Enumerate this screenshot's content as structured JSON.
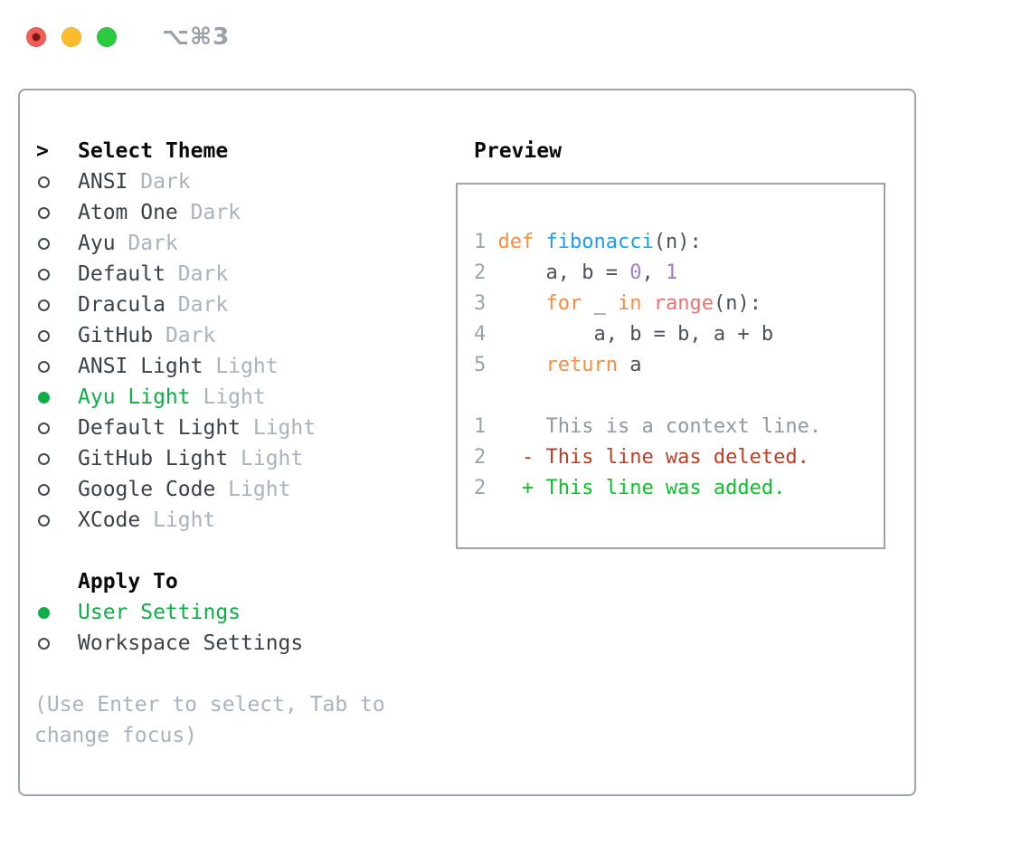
{
  "titlebar": {
    "shortcut": "⌥⌘3",
    "buttons": [
      "close",
      "minimize",
      "zoom"
    ]
  },
  "theme_picker": {
    "prompt": ">",
    "header": "Select Theme",
    "items": [
      {
        "name": "ANSI",
        "variant": "Dark",
        "selected": false
      },
      {
        "name": "Atom One",
        "variant": "Dark",
        "selected": false
      },
      {
        "name": "Ayu",
        "variant": "Dark",
        "selected": false
      },
      {
        "name": "Default",
        "variant": "Dark",
        "selected": false
      },
      {
        "name": "Dracula",
        "variant": "Dark",
        "selected": false
      },
      {
        "name": "GitHub",
        "variant": "Dark",
        "selected": false
      },
      {
        "name": "ANSI Light",
        "variant": "Light",
        "selected": false
      },
      {
        "name": "Ayu Light",
        "variant": "Light",
        "selected": true
      },
      {
        "name": "Default Light",
        "variant": "Light",
        "selected": false
      },
      {
        "name": "GitHub Light",
        "variant": "Light",
        "selected": false
      },
      {
        "name": "Google Code",
        "variant": "Light",
        "selected": false
      },
      {
        "name": "XCode",
        "variant": "Light",
        "selected": false
      }
    ]
  },
  "apply_to": {
    "header": "Apply To",
    "options": [
      {
        "label": "User Settings",
        "selected": true
      },
      {
        "label": "Workspace Settings",
        "selected": false
      }
    ]
  },
  "hint": "(Use Enter to select, Tab to change focus)",
  "preview": {
    "header": "Preview",
    "lines": [
      {
        "num": "1",
        "tokens": [
          {
            "c": "kw",
            "t": "def"
          },
          {
            "c": "plain",
            "t": " "
          },
          {
            "c": "fn",
            "t": "fibonacci"
          },
          {
            "c": "plain",
            "t": "(n):"
          }
        ]
      },
      {
        "num": "2",
        "tokens": [
          {
            "c": "plain",
            "t": "    a, b = "
          },
          {
            "c": "num",
            "t": "0"
          },
          {
            "c": "plain",
            "t": ", "
          },
          {
            "c": "num",
            "t": "1"
          }
        ]
      },
      {
        "num": "3",
        "tokens": [
          {
            "c": "plain",
            "t": "    "
          },
          {
            "c": "kw",
            "t": "for"
          },
          {
            "c": "plain",
            "t": " _ "
          },
          {
            "c": "kw",
            "t": "in"
          },
          {
            "c": "plain",
            "t": " "
          },
          {
            "c": "call",
            "t": "range"
          },
          {
            "c": "plain",
            "t": "(n):"
          }
        ]
      },
      {
        "num": "4",
        "tokens": [
          {
            "c": "plain",
            "t": "        a, b = b, a + b"
          }
        ]
      },
      {
        "num": "5",
        "tokens": [
          {
            "c": "plain",
            "t": "    "
          },
          {
            "c": "kw",
            "t": "return"
          },
          {
            "c": "plain",
            "t": " a"
          }
        ]
      },
      {
        "blank": true
      },
      {
        "num": "1",
        "tokens": [
          {
            "c": "ctx",
            "t": "    This is a context line."
          }
        ]
      },
      {
        "num": "2",
        "tokens": [
          {
            "c": "del",
            "t": "  - This line was deleted."
          }
        ]
      },
      {
        "num": "2",
        "tokens": [
          {
            "c": "add",
            "t": "  + This line was added."
          }
        ]
      }
    ]
  },
  "colors": {
    "selected_green": "#0fae47",
    "traffic_red": "#f35d55",
    "traffic_yellow": "#fdbc2e",
    "traffic_green": "#2dc93f",
    "syntax_keyword": "#fa8d3e",
    "syntax_function": "#1f9cee",
    "syntax_number": "#a37acc",
    "syntax_call": "#f07171",
    "diff_deleted": "#c23b22",
    "diff_added": "#0cc22a"
  }
}
